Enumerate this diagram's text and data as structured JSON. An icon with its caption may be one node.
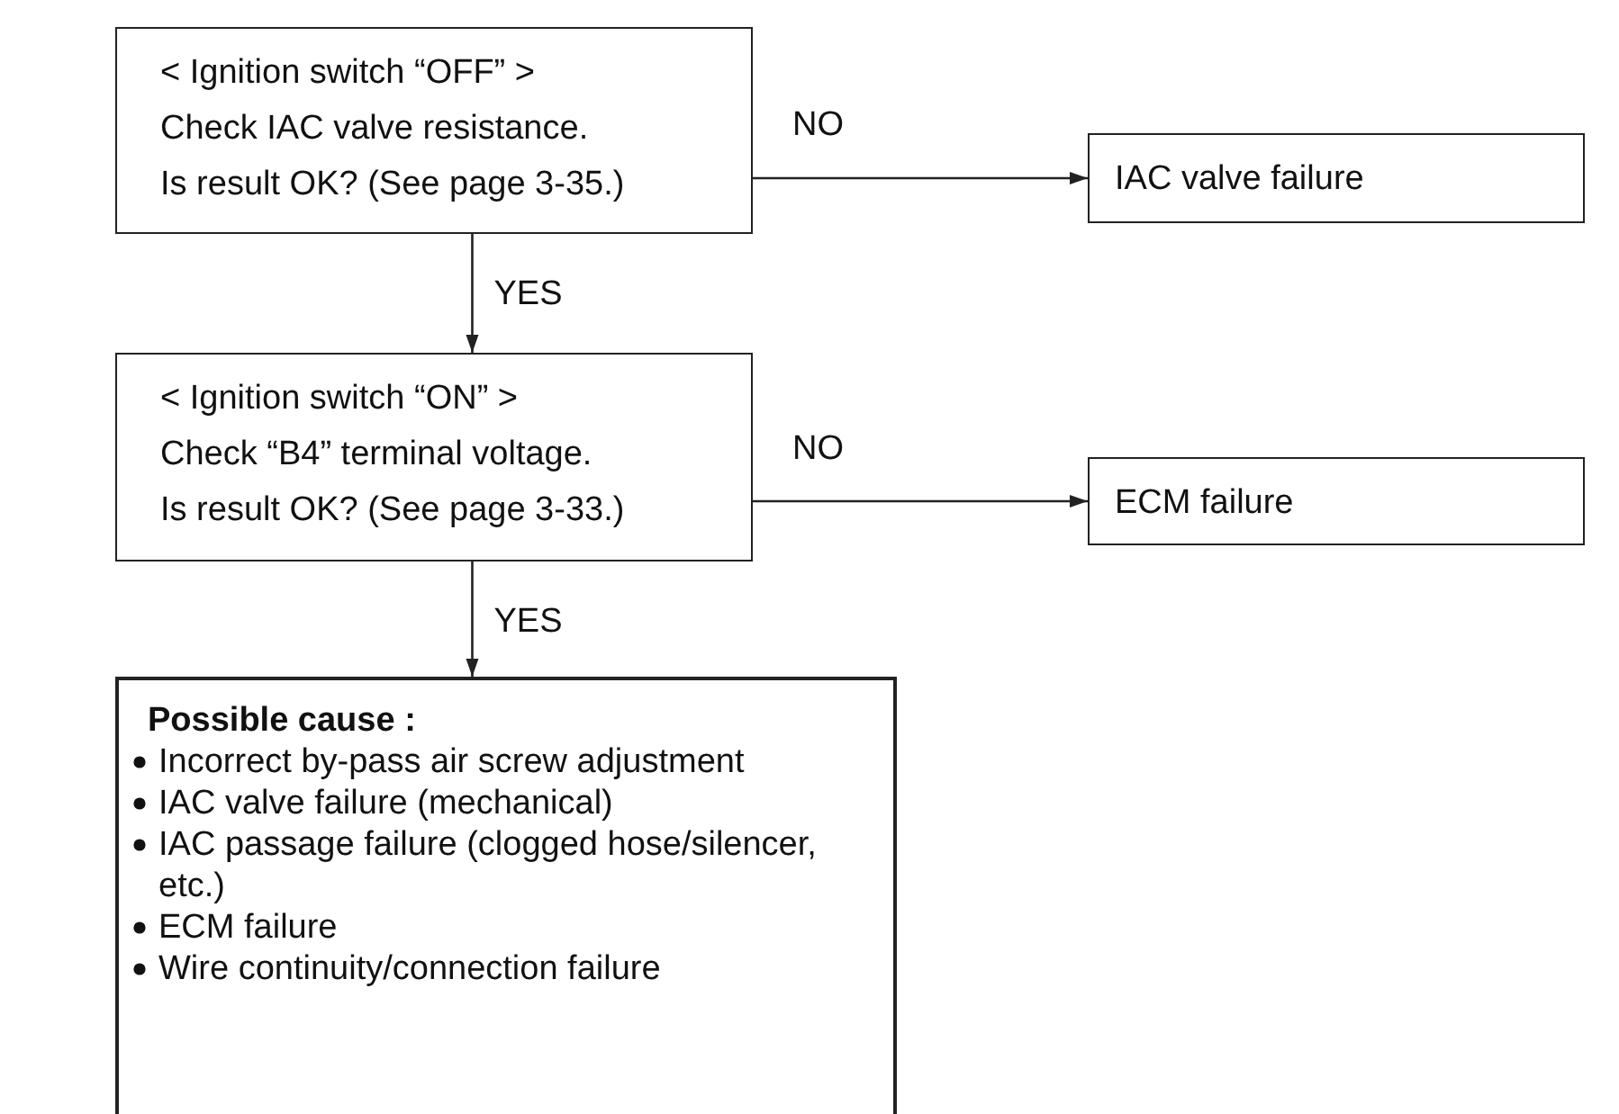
{
  "diagram": {
    "nodes": [
      {
        "text": [
          "< Ignition switch “OFF” >",
          "Check IAC valve resistance.",
          "Is result OK? (See page 3-35.)"
        ]
      },
      {
        "text": [
          "IAC valve failure"
        ]
      },
      {
        "text": [
          "< Ignition switch “ON” >",
          "Check “B4” terminal voltage.",
          "Is result OK? (See page 3-33.)"
        ]
      },
      {
        "text": [
          "ECM failure"
        ]
      },
      {
        "text": [
          "Possible cause :",
          "Incorrect by-pass air screw adjustment",
          "IAC valve failure (mechanical)",
          "IAC passage failure (clogged hose/silencer, etc.)",
          "ECM failure",
          "Wire continuity/connection failure"
        ]
      }
    ],
    "edges": [
      {
        "from": 0,
        "to": 1,
        "arrow": "to",
        "label": "NO"
      },
      {
        "from": 0,
        "to": 2,
        "arrow": "to",
        "label": "YES"
      },
      {
        "from": 2,
        "to": 3,
        "arrow": "to",
        "label": "NO"
      },
      {
        "from": 2,
        "to": 4,
        "arrow": "to",
        "label": "YES"
      }
    ]
  }
}
